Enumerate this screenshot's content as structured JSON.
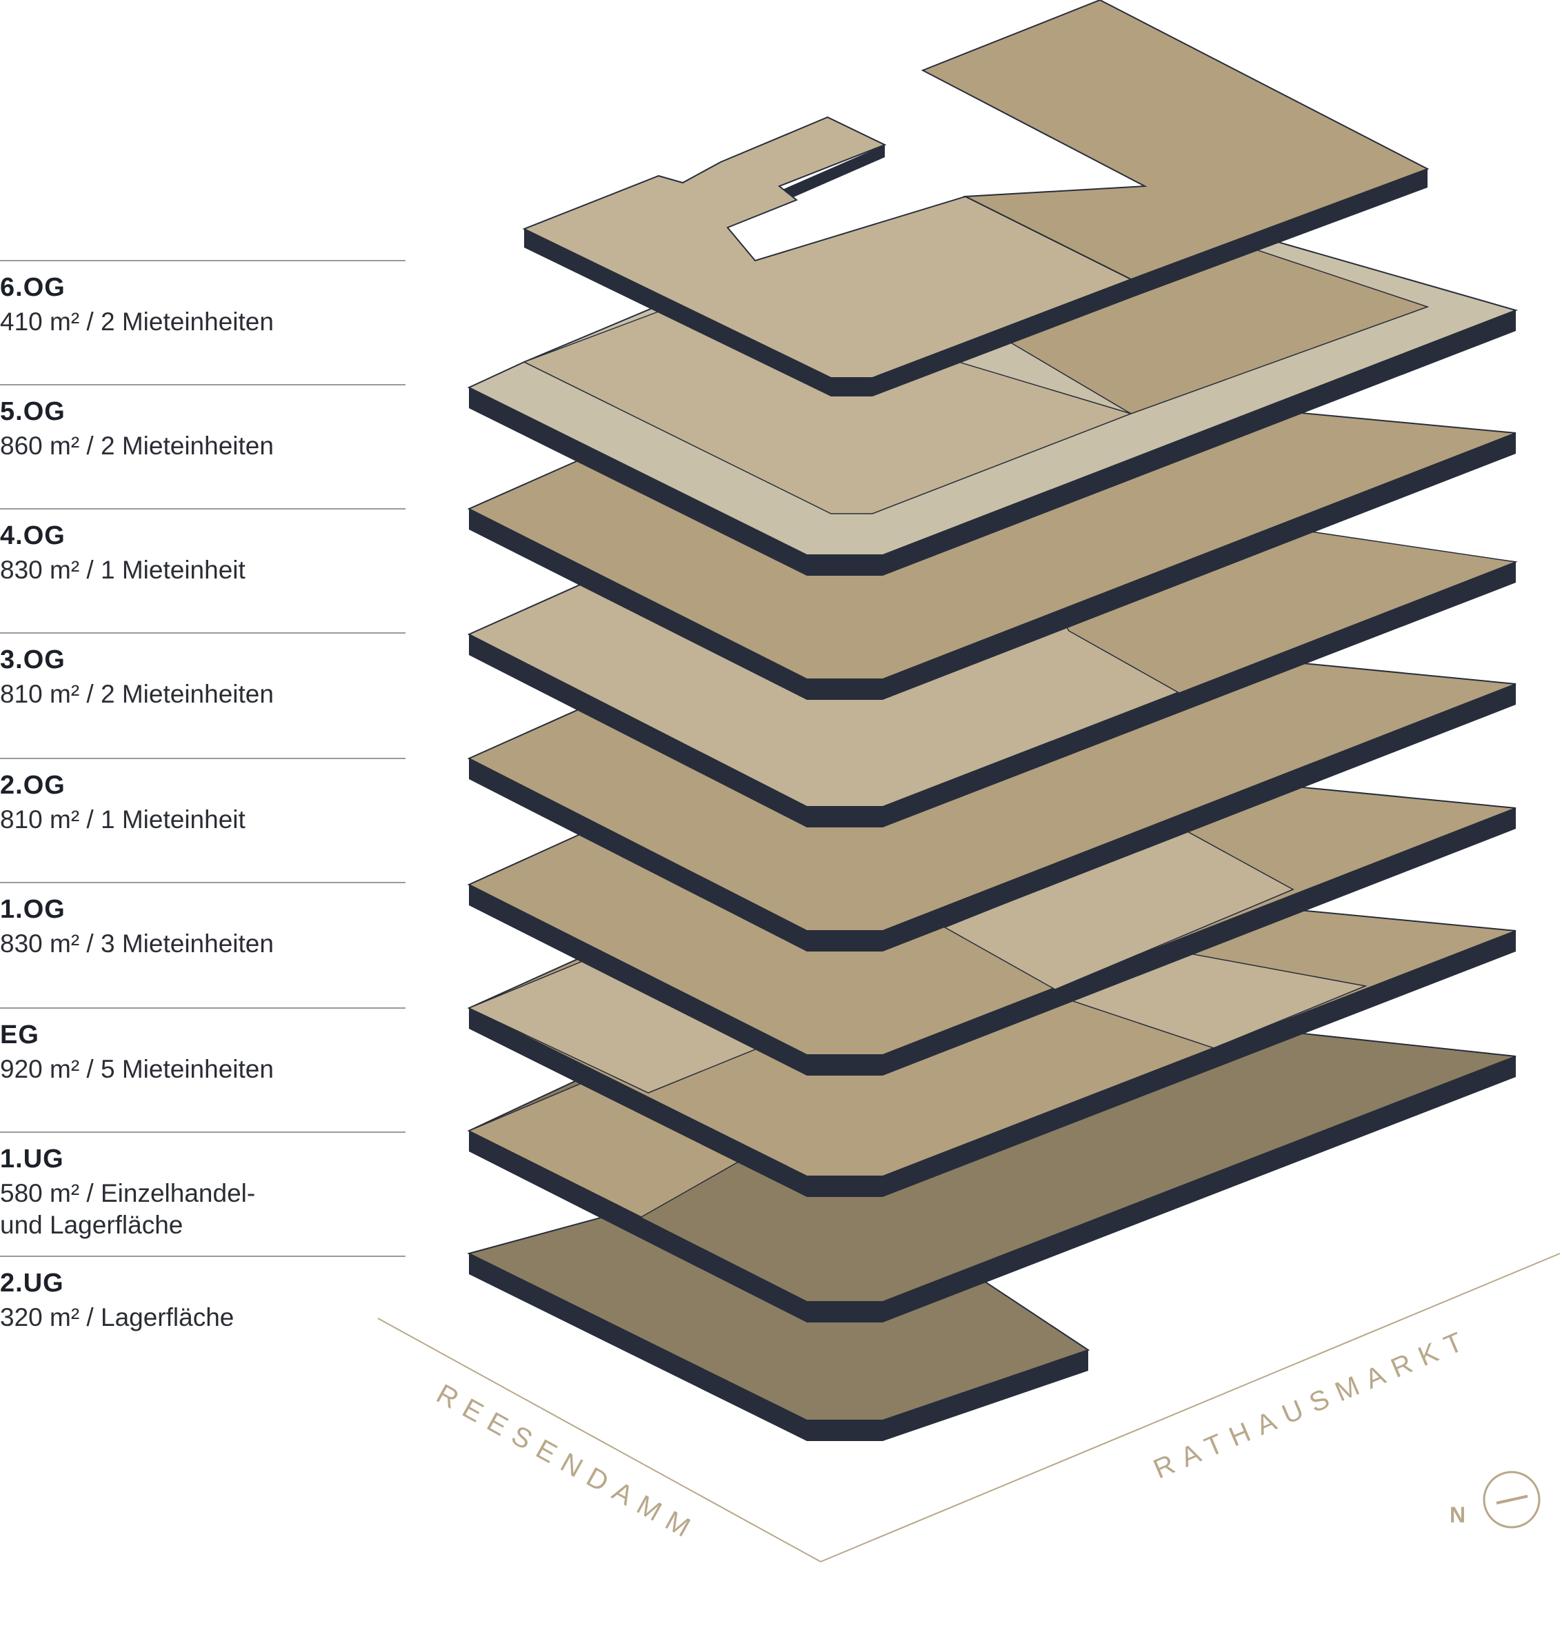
{
  "floors": [
    {
      "name": "6.OG",
      "detail": "410 m² / 2 Mieteinheiten"
    },
    {
      "name": "5.OG",
      "detail": "860 m² / 2 Mieteinheiten"
    },
    {
      "name": "4.OG",
      "detail": "830 m² / 1 Mieteinheit"
    },
    {
      "name": "3.OG",
      "detail": "810 m² / 2 Mieteinheiten"
    },
    {
      "name": "2.OG",
      "detail": "810 m² / 1 Mieteinheit"
    },
    {
      "name": "1.OG",
      "detail": "830 m² / 3 Mieteinheiten"
    },
    {
      "name": "EG",
      "detail": "920 m² / 5 Mieteinheiten"
    },
    {
      "name": "1.UG",
      "detail": "580 m² / Einzelhandel- und Lagerfläche"
    },
    {
      "name": "2.UG",
      "detail": "320 m² / Lagerfläche"
    }
  ],
  "streets": {
    "west": "REESENDAMM",
    "south": "RATHAUSMARKT"
  },
  "compass": {
    "letter": "N"
  },
  "colors": {
    "slab_edge": "#272d3a",
    "tone_dark": "#8b7e63",
    "tone_mid": "#b3a07f",
    "tone_light": "#c2b396",
    "tone_pale": "#c9c0a9",
    "accent": "#b8a88a"
  }
}
